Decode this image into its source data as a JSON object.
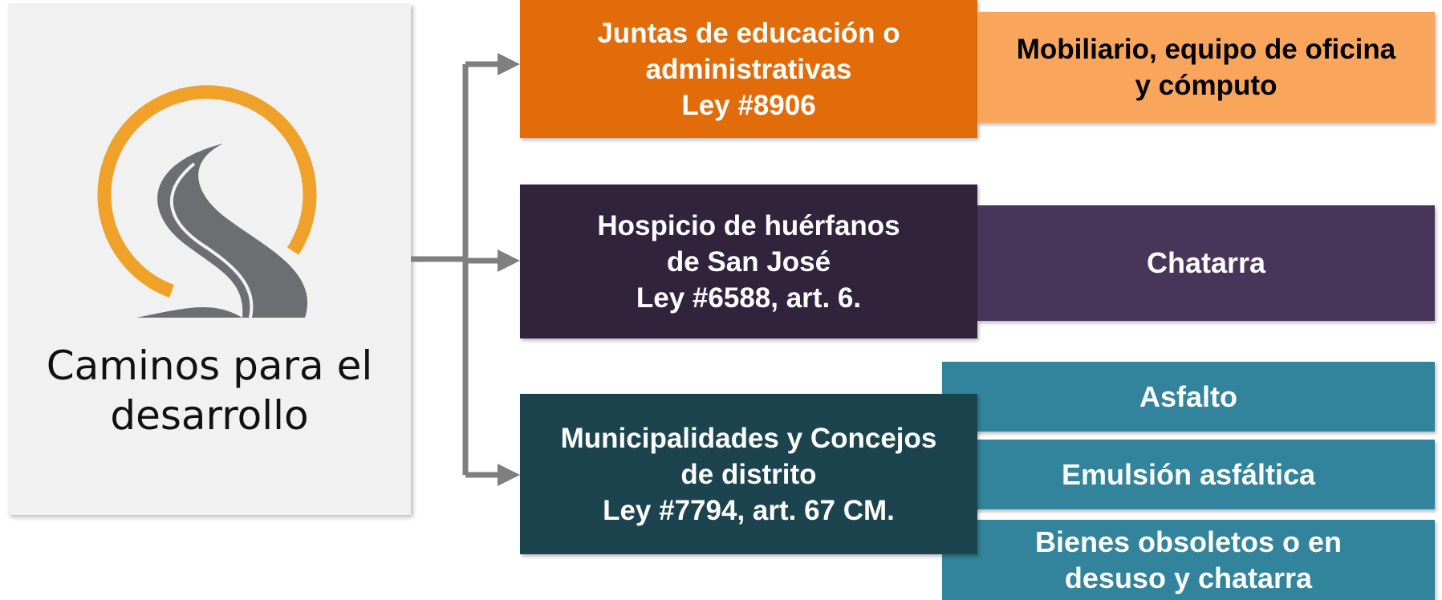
{
  "logo": {
    "title": "Caminos para el\ndesarrollo",
    "icon": "road-circle-logo",
    "colors": {
      "ring": "#f0a129",
      "road": "#6d6e71",
      "stripe": "#f1f1f1"
    }
  },
  "groups": [
    {
      "label": "Juntas de educación o\nadministrativas\nLey #8906",
      "color": "#e36c0a",
      "items": [
        {
          "label": "Mobiliario, equipo de oficina\ny  cómputo",
          "color": "#f9a65c"
        }
      ]
    },
    {
      "label": "Hospicio de huérfanos\nde San José\nLey #6588, art. 6.",
      "color": "#32233d",
      "items": [
        {
          "label": "Chatarra",
          "color": "#47355a"
        }
      ]
    },
    {
      "label": "Municipalidades y Concejos\nde distrito\nLey #7794, art. 67 CM.",
      "color": "#1b444f",
      "items": [
        {
          "label": "Asfalto",
          "color": "#31849b"
        },
        {
          "label": "Emulsión asfáltica",
          "color": "#31849b"
        },
        {
          "label": "Bienes obsoletos o en\ndesuso y chatarra",
          "color": "#31849b"
        }
      ]
    }
  ],
  "connector_color": "#7f7f7f"
}
